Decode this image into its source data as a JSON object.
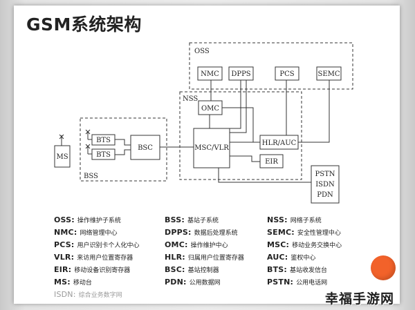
{
  "slide": {
    "title": "GSM系统架构"
  },
  "diagram": {
    "groups": {
      "oss": "OSS",
      "nss": "NSS",
      "bss": "BSS"
    },
    "nodes": {
      "nmc": "NMC",
      "dpps": "DPPS",
      "pcs": "PCS",
      "semc": "SEMC",
      "omc": "OMC",
      "msc_vlr": "MSC/VLR",
      "hlr_auc": "HLR/AUC",
      "eir": "EIR",
      "bsc": "BSC",
      "bts1": "BTS",
      "bts2": "BTS",
      "ms": "MS",
      "pstn1": "PSTN",
      "pstn2": "ISDN",
      "pstn3": "PDN"
    }
  },
  "legend": [
    {
      "key": "OSS:",
      "value": "操作维护子系统"
    },
    {
      "key": "BSS:",
      "value": "基站子系统"
    },
    {
      "key": "NSS:",
      "value": "网络子系统"
    },
    {
      "key": "NMC:",
      "value": "网络管理中心"
    },
    {
      "key": "DPPS:",
      "value": "数据后处理系统"
    },
    {
      "key": "SEMC:",
      "value": "安全性管理中心"
    },
    {
      "key": "PCS:",
      "value": "用户识别卡个人化中心"
    },
    {
      "key": "OMC:",
      "value": "操作维护中心"
    },
    {
      "key": "MSC:",
      "value": "移动业务交换中心"
    },
    {
      "key": "VLR:",
      "value": "来访用户位置寄存器"
    },
    {
      "key": "HLR:",
      "value": "归属用户位置寄存器"
    },
    {
      "key": "AUC:",
      "value": "鉴权中心"
    },
    {
      "key": "EIR:",
      "value": "移动设备识别寄存器"
    },
    {
      "key": "BSC:",
      "value": "基站控制器"
    },
    {
      "key": "BTS:",
      "value": "基站收发信台"
    },
    {
      "key": "MS:",
      "value": "移动台"
    },
    {
      "key": "PDN:",
      "value": "公用数据网"
    },
    {
      "key": "PSTN:",
      "value": "公用电话网"
    },
    {
      "key": "ISDN:",
      "value": "综合业务数字网"
    }
  ],
  "watermark": "幸福手游网",
  "colors": {
    "accent_circle": "#f2622a",
    "line": "#333333",
    "isdn_text": "#9a9a9a"
  }
}
